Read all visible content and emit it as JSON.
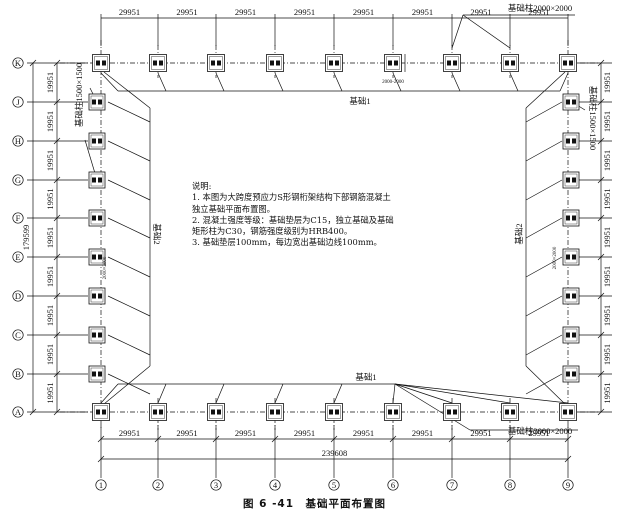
{
  "drawing": {
    "caption": "图 6 -41　基础平面布置图",
    "column_axis_labels": [
      "1",
      "2",
      "3",
      "4",
      "5",
      "6",
      "7",
      "8",
      "9"
    ],
    "row_axis_labels": [
      "A",
      "B",
      "C",
      "D",
      "E",
      "F",
      "G",
      "H",
      "J",
      "K"
    ],
    "top_spacings": [
      "29951",
      "29951",
      "29951",
      "29951",
      "29951",
      "29951",
      "29951",
      "29951"
    ],
    "bottom_spacings": [
      "29951",
      "29951",
      "29951",
      "29951",
      "29951",
      "29951",
      "29951",
      "29951"
    ],
    "total_width": "239608",
    "left_spacings": [
      "19951",
      "19951",
      "19951",
      "19951",
      "19951",
      "19951",
      "19951",
      "19951",
      "19951"
    ],
    "right_spacings": [
      "19951",
      "19951",
      "19951",
      "19951",
      "19951",
      "19951",
      "19951",
      "19951",
      "19951"
    ],
    "left_total": "179599",
    "labels": {
      "foundation1_top": "基础1",
      "foundation1_bottom": "基础1",
      "foundation2_left": "基础2",
      "foundation2_right": "基础2",
      "col_top_right": "基础柱2000×2000",
      "col_bottom_right": "基础柱2000×2000",
      "col_left": "基础柱1500×1500",
      "col_right": "基础柱1500×1500",
      "dim_small_top": "2000-2000",
      "dim_small_left": "2000×2000",
      "dim_small_right": "2000×2000"
    },
    "notes": {
      "title": "说明:",
      "line1": "1. 本图为大跨度预应力S形钢桁架结构下部钢筋混凝土",
      "line2": "独立基础平面布置图。",
      "line3": "2. 混凝土强度等级：基础垫层为C15，独立基础及基础",
      "line4": "矩形柱为C30，钢筋强度级别为HRB400。",
      "line5": "3. 基础垫层100mm，每边宽出基础边线100mm。"
    }
  }
}
